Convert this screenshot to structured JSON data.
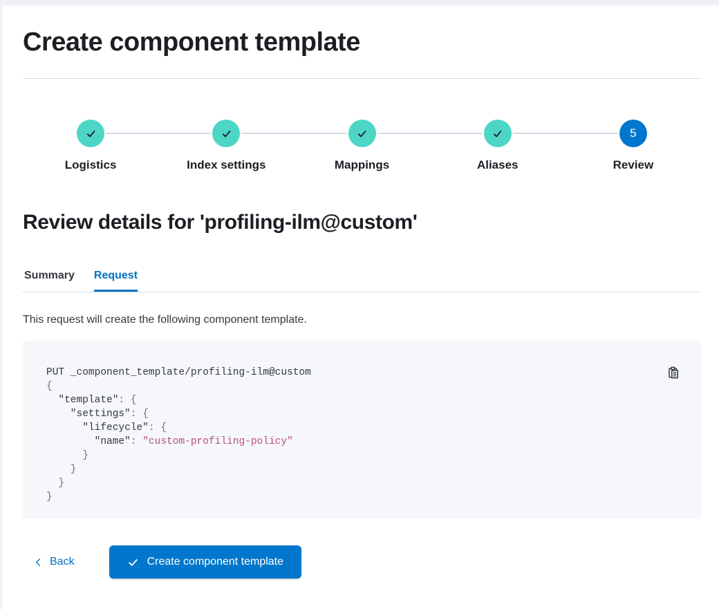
{
  "colors": {
    "accent_blue": "#0071c2",
    "button_blue": "#0077cc",
    "step_complete_teal": "#4dd6c5",
    "divider_gray": "#d3dae6",
    "code_background": "#f5f7fa",
    "code_string_pink": "#bd4c78",
    "heading_text": "#1d1e24",
    "body_text": "#343741"
  },
  "icons": {
    "step_complete": "check-icon",
    "current_step_number": "5",
    "copy": "copy-clipboard-icon",
    "back": "chevron-left-icon",
    "submit": "check-icon"
  },
  "page": {
    "title": "Create component template"
  },
  "stepper": {
    "steps": [
      {
        "label": "Logistics",
        "status": "complete"
      },
      {
        "label": "Index settings",
        "status": "complete"
      },
      {
        "label": "Mappings",
        "status": "complete"
      },
      {
        "label": "Aliases",
        "status": "complete"
      },
      {
        "label": "Review",
        "status": "current",
        "number": "5"
      }
    ]
  },
  "review": {
    "heading": "Review details for 'profiling-ilm@custom'",
    "tabs": [
      {
        "label": "Summary",
        "active": false
      },
      {
        "label": "Request",
        "active": true
      }
    ],
    "description": "This request will create the following component template."
  },
  "code_block": {
    "lines": [
      [
        {
          "t": "PUT _component_template/profiling-ilm@custom",
          "k": "p"
        }
      ],
      [
        {
          "t": "{",
          "k": "g"
        }
      ],
      [
        {
          "t": "  \"template\"",
          "k": "p"
        },
        {
          "t": ": {",
          "k": "g"
        }
      ],
      [
        {
          "t": "    \"settings\"",
          "k": "p"
        },
        {
          "t": ": {",
          "k": "g"
        }
      ],
      [
        {
          "t": "      \"lifecycle\"",
          "k": "p"
        },
        {
          "t": ": {",
          "k": "g"
        }
      ],
      [
        {
          "t": "        \"name\"",
          "k": "p"
        },
        {
          "t": ": ",
          "k": "g"
        },
        {
          "t": "\"custom-profiling-policy\"",
          "k": "s"
        }
      ],
      [
        {
          "t": "      }",
          "k": "g"
        }
      ],
      [
        {
          "t": "    }",
          "k": "g"
        }
      ],
      [
        {
          "t": "  }",
          "k": "g"
        }
      ],
      [
        {
          "t": "}",
          "k": "g"
        }
      ]
    ]
  },
  "footer": {
    "back_label": "Back",
    "create_button_label": "Create component template"
  }
}
